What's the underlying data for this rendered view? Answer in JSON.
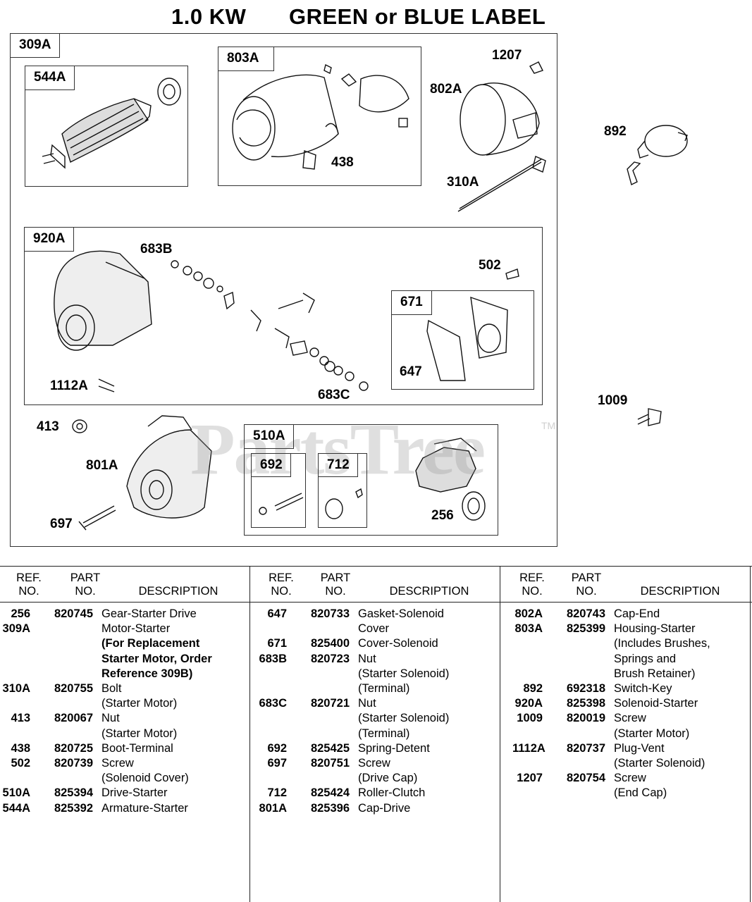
{
  "title": {
    "part_a": "1.0 KW",
    "part_b": "GREEN or BLUE LABEL"
  },
  "diagram": {
    "kit_labels": {
      "k309A": "309A",
      "k544A": "544A",
      "k803A": "803A",
      "k920A": "920A",
      "k671": "671",
      "k510A": "510A",
      "k692": "692",
      "k712": "712"
    },
    "callouts": {
      "c1207": "1207",
      "c802A": "802A",
      "c438": "438",
      "c310A": "310A",
      "c892": "892",
      "c683B": "683B",
      "c502": "502",
      "c647": "647",
      "c1112A": "1112A",
      "c683C": "683C",
      "c1009": "1009",
      "c413": "413",
      "c801A": "801A",
      "c697": "697",
      "c256": "256"
    },
    "watermark": "PartsTree",
    "watermark_tm": "TM"
  },
  "table": {
    "headers": {
      "ref_line1": "REF.",
      "ref_line2": "NO.",
      "part_line1": "PART",
      "part_line2": "NO.",
      "description": "DESCRIPTION"
    },
    "columns": [
      [
        {
          "ref": "256",
          "part": "820745",
          "desc": "Gear-Starter Drive"
        },
        {
          "ref": "309A",
          "part": "",
          "desc": "Motor-Starter"
        },
        {
          "ref": "",
          "part": "",
          "desc": "(For Replacement",
          "bold": true
        },
        {
          "ref": "",
          "part": "",
          "desc": "Starter Motor, Order",
          "bold": true
        },
        {
          "ref": "",
          "part": "",
          "desc": "Reference 309B)",
          "bold": true
        },
        {
          "ref": "310A",
          "part": "820755",
          "desc": "Bolt"
        },
        {
          "ref": "",
          "part": "",
          "desc": "(Starter Motor)"
        },
        {
          "ref": "413",
          "part": "820067",
          "desc": "Nut"
        },
        {
          "ref": "",
          "part": "",
          "desc": "(Starter Motor)"
        },
        {
          "ref": "438",
          "part": "820725",
          "desc": "Boot-Terminal"
        },
        {
          "ref": "502",
          "part": "820739",
          "desc": "Screw"
        },
        {
          "ref": "",
          "part": "",
          "desc": "(Solenoid Cover)"
        },
        {
          "ref": "510A",
          "part": "825394",
          "desc": "Drive-Starter"
        },
        {
          "ref": "544A",
          "part": "825392",
          "desc": "Armature-Starter"
        }
      ],
      [
        {
          "ref": "647",
          "part": "820733",
          "desc": "Gasket-Solenoid"
        },
        {
          "ref": "",
          "part": "",
          "desc": "Cover"
        },
        {
          "ref": "671",
          "part": "825400",
          "desc": "Cover-Solenoid"
        },
        {
          "ref": "683B",
          "part": "820723",
          "desc": "Nut"
        },
        {
          "ref": "",
          "part": "",
          "desc": "(Starter Solenoid)"
        },
        {
          "ref": "",
          "part": "",
          "desc": "(Terminal)"
        },
        {
          "ref": "683C",
          "part": "820721",
          "desc": "Nut"
        },
        {
          "ref": "",
          "part": "",
          "desc": "(Starter Solenoid)"
        },
        {
          "ref": "",
          "part": "",
          "desc": "(Terminal)"
        },
        {
          "ref": "692",
          "part": "825425",
          "desc": "Spring-Detent"
        },
        {
          "ref": "697",
          "part": "820751",
          "desc": "Screw"
        },
        {
          "ref": "",
          "part": "",
          "desc": "(Drive Cap)"
        },
        {
          "ref": "712",
          "part": "825424",
          "desc": "Roller-Clutch"
        },
        {
          "ref": "801A",
          "part": "825396",
          "desc": "Cap-Drive"
        }
      ],
      [
        {
          "ref": "802A",
          "part": "820743",
          "desc": "Cap-End"
        },
        {
          "ref": "803A",
          "part": "825399",
          "desc": "Housing-Starter"
        },
        {
          "ref": "",
          "part": "",
          "desc": "(Includes Brushes,"
        },
        {
          "ref": "",
          "part": "",
          "desc": "Springs and"
        },
        {
          "ref": "",
          "part": "",
          "desc": "Brush Retainer)"
        },
        {
          "ref": "892",
          "part": "692318",
          "desc": "Switch-Key"
        },
        {
          "ref": "920A",
          "part": "825398",
          "desc": "Solenoid-Starter"
        },
        {
          "ref": "1009",
          "part": "820019",
          "desc": "Screw"
        },
        {
          "ref": "",
          "part": "",
          "desc": "(Starter Motor)"
        },
        {
          "ref": "1112A",
          "part": "820737",
          "desc": "Plug-Vent"
        },
        {
          "ref": "",
          "part": "",
          "desc": "(Starter Solenoid)"
        },
        {
          "ref": "1207",
          "part": "820754",
          "desc": "Screw"
        },
        {
          "ref": "",
          "part": "",
          "desc": "(End Cap)"
        }
      ]
    ]
  }
}
